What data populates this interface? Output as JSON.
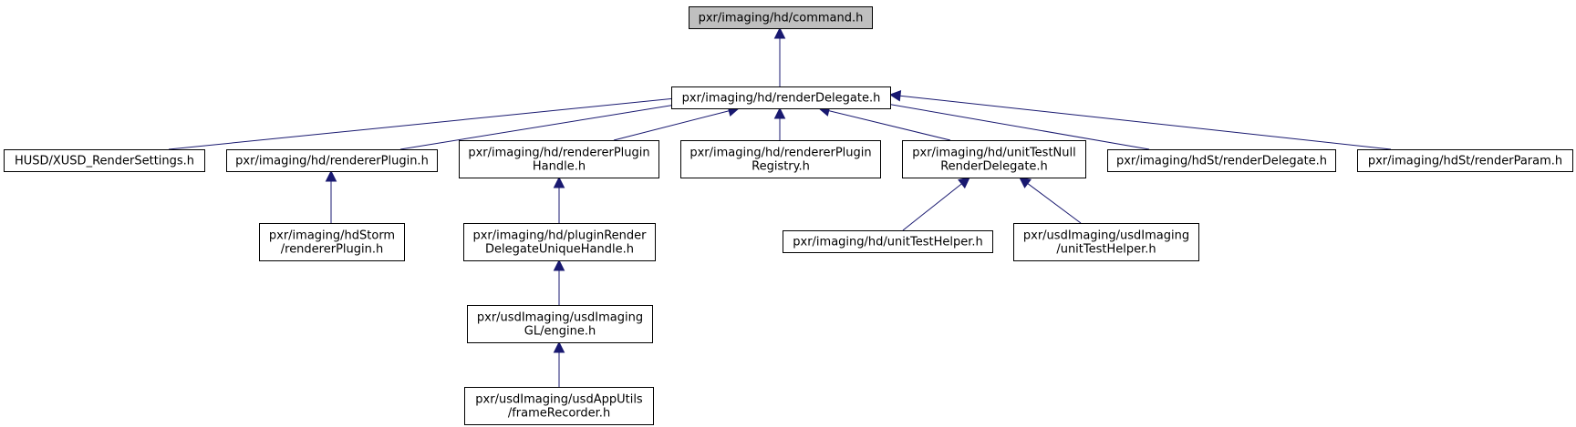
{
  "diagram": {
    "type": "include-dependency-graph",
    "nodes": [
      {
        "id": "command",
        "lines": [
          "pxr/imaging/hd/command.h"
        ],
        "highlighted": true
      },
      {
        "id": "renderDelegate",
        "lines": [
          "pxr/imaging/hd/renderDelegate.h"
        ]
      },
      {
        "id": "xusdRenderSettings",
        "lines": [
          "HUSD/XUSD_RenderSettings.h"
        ]
      },
      {
        "id": "rendererPlugin",
        "lines": [
          "pxr/imaging/hd/rendererPlugin.h"
        ]
      },
      {
        "id": "rendererPluginHandle",
        "lines": [
          "pxr/imaging/hd/rendererPlugin",
          "Handle.h"
        ]
      },
      {
        "id": "rendererPluginRegistry",
        "lines": [
          "pxr/imaging/hd/rendererPlugin",
          "Registry.h"
        ]
      },
      {
        "id": "unitTestNullRenderDelegate",
        "lines": [
          "pxr/imaging/hd/unitTestNull",
          "RenderDelegate.h"
        ]
      },
      {
        "id": "hdStRenderDelegate",
        "lines": [
          "pxr/imaging/hdSt/renderDelegate.h"
        ]
      },
      {
        "id": "hdStRenderParam",
        "lines": [
          "pxr/imaging/hdSt/renderParam.h"
        ]
      },
      {
        "id": "hdStormRendererPlugin",
        "lines": [
          "pxr/imaging/hdStorm",
          "/rendererPlugin.h"
        ]
      },
      {
        "id": "pluginRenderDelegateUniqueHandle",
        "lines": [
          "pxr/imaging/hd/pluginRender",
          "DelegateUniqueHandle.h"
        ]
      },
      {
        "id": "hdUnitTestHelper",
        "lines": [
          "pxr/imaging/hd/unitTestHelper.h"
        ]
      },
      {
        "id": "usdImagingUnitTestHelper",
        "lines": [
          "pxr/usdImaging/usdImaging",
          "/unitTestHelper.h"
        ]
      },
      {
        "id": "usdImagingGLEngine",
        "lines": [
          "pxr/usdImaging/usdImaging",
          "GL/engine.h"
        ]
      },
      {
        "id": "frameRecorder",
        "lines": [
          "pxr/usdImaging/usdAppUtils",
          "/frameRecorder.h"
        ]
      }
    ],
    "edges": [
      {
        "from": "renderDelegate",
        "to": "command"
      },
      {
        "from": "xusdRenderSettings",
        "to": "renderDelegate"
      },
      {
        "from": "rendererPlugin",
        "to": "renderDelegate"
      },
      {
        "from": "rendererPluginHandle",
        "to": "renderDelegate"
      },
      {
        "from": "rendererPluginRegistry",
        "to": "renderDelegate"
      },
      {
        "from": "unitTestNullRenderDelegate",
        "to": "renderDelegate"
      },
      {
        "from": "hdStRenderDelegate",
        "to": "renderDelegate"
      },
      {
        "from": "hdStRenderParam",
        "to": "renderDelegate"
      },
      {
        "from": "hdStormRendererPlugin",
        "to": "rendererPlugin"
      },
      {
        "from": "pluginRenderDelegateUniqueHandle",
        "to": "rendererPluginHandle"
      },
      {
        "from": "usdImagingGLEngine",
        "to": "pluginRenderDelegateUniqueHandle"
      },
      {
        "from": "frameRecorder",
        "to": "usdImagingGLEngine"
      },
      {
        "from": "hdUnitTestHelper",
        "to": "unitTestNullRenderDelegate"
      },
      {
        "from": "usdImagingUnitTestHelper",
        "to": "unitTestNullRenderDelegate"
      }
    ],
    "colors": {
      "edge": "#191970",
      "root_fill": "#bfbfbf",
      "node_fill": "#ffffff",
      "node_stroke": "#000000"
    }
  }
}
